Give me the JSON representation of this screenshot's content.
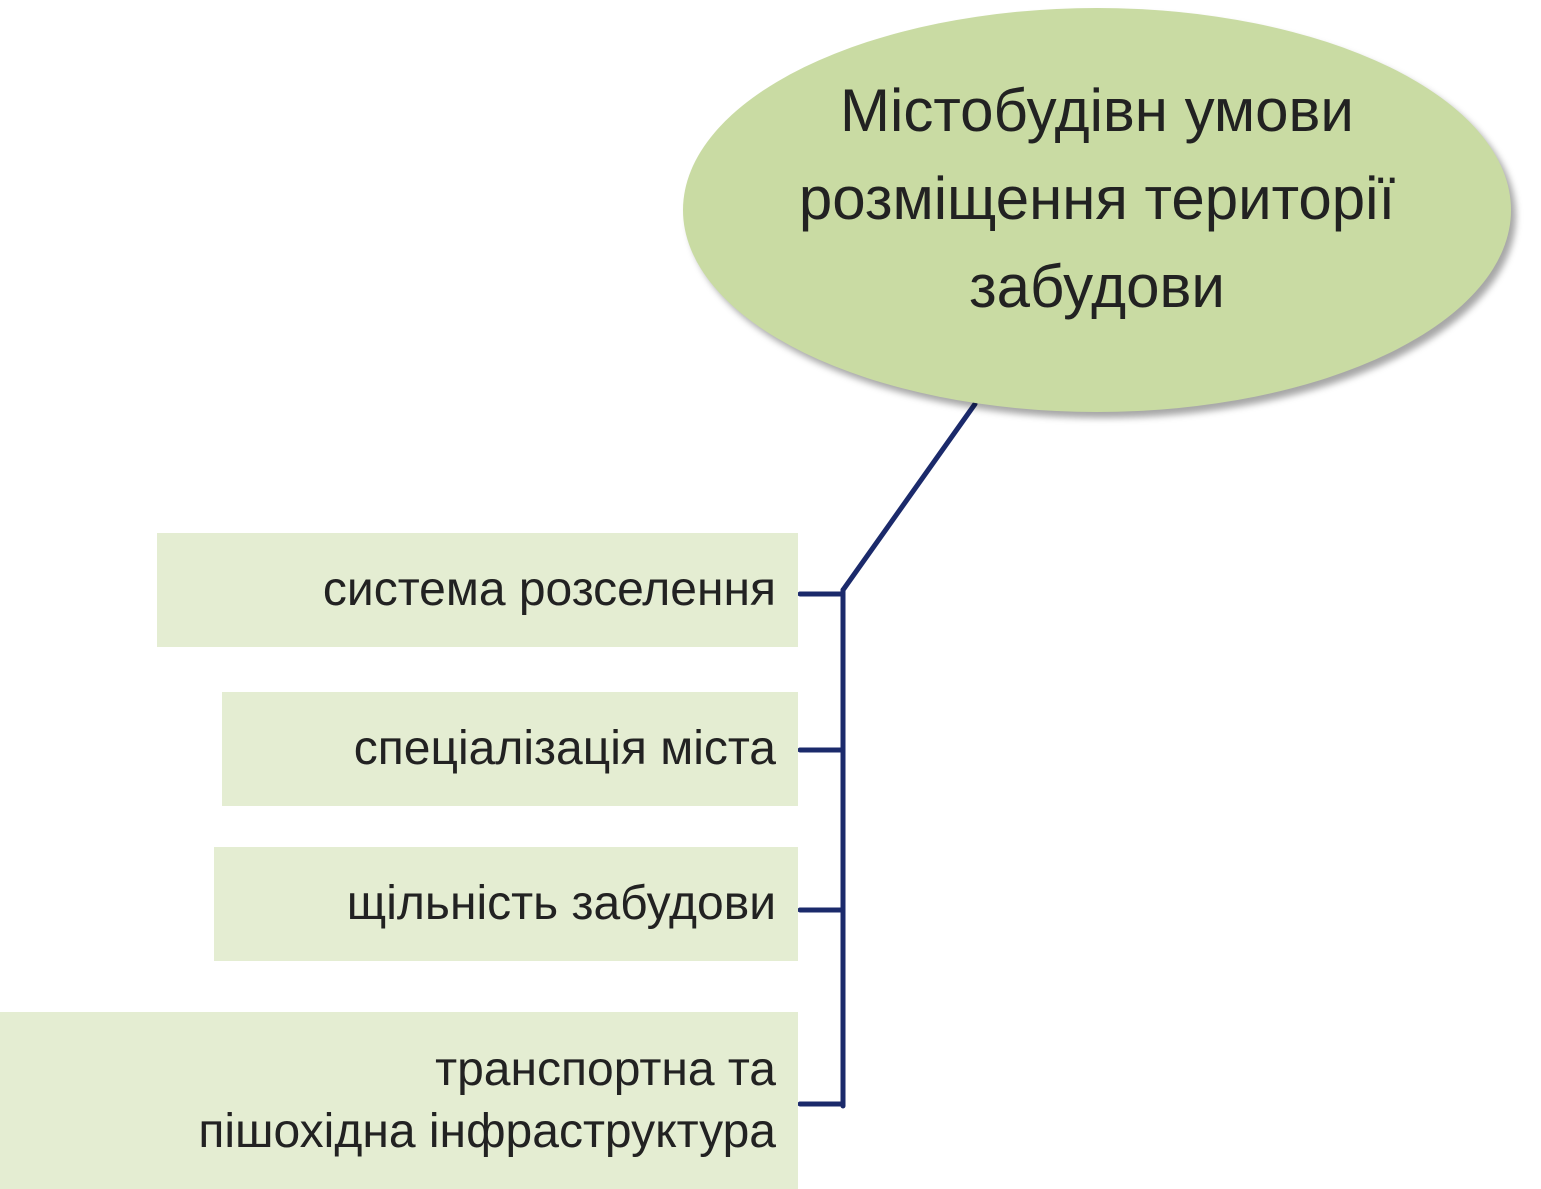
{
  "diagram": {
    "root": {
      "lines": [
        "Містобудівн умови",
        "розміщення території",
        "забудови"
      ]
    },
    "children": [
      {
        "lines": [
          "система розселення"
        ]
      },
      {
        "lines": [
          "спеціалізація міста"
        ]
      },
      {
        "lines": [
          "щільність забудови"
        ]
      },
      {
        "lines": [
          "транспортна та",
          "пішохідна інфраструктура"
        ]
      }
    ]
  },
  "colors": {
    "root_fill": "#c9dba3",
    "child_fill": "#e4edd2",
    "connector": "#1b2a6b",
    "text": "#222222"
  }
}
